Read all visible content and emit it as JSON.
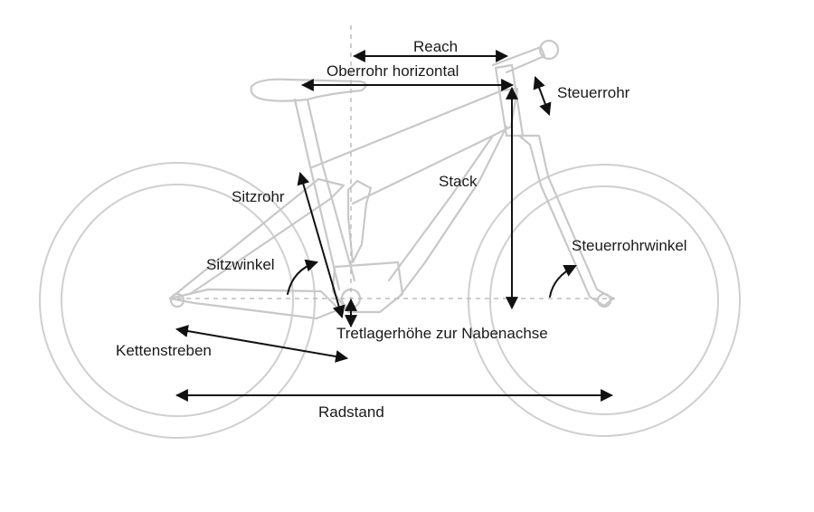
{
  "labels": {
    "reach": "Reach",
    "top_tube": "Oberrohr horizontal",
    "head_tube": "Steuerrohr",
    "stack": "Stack",
    "seat_tube": "Sitzrohr",
    "head_angle": "Steuerrohrwinkel",
    "seat_angle": "Sitzwinkel",
    "bb_height": "Tretlagerhöhe zur Nabenachse",
    "chainstay": "Kettenstreben",
    "wheelbase": "Radstand"
  },
  "colors": {
    "bike_outline": "#c8c8c8",
    "dimension_line": "#111111",
    "text": "#1a1a1a"
  }
}
